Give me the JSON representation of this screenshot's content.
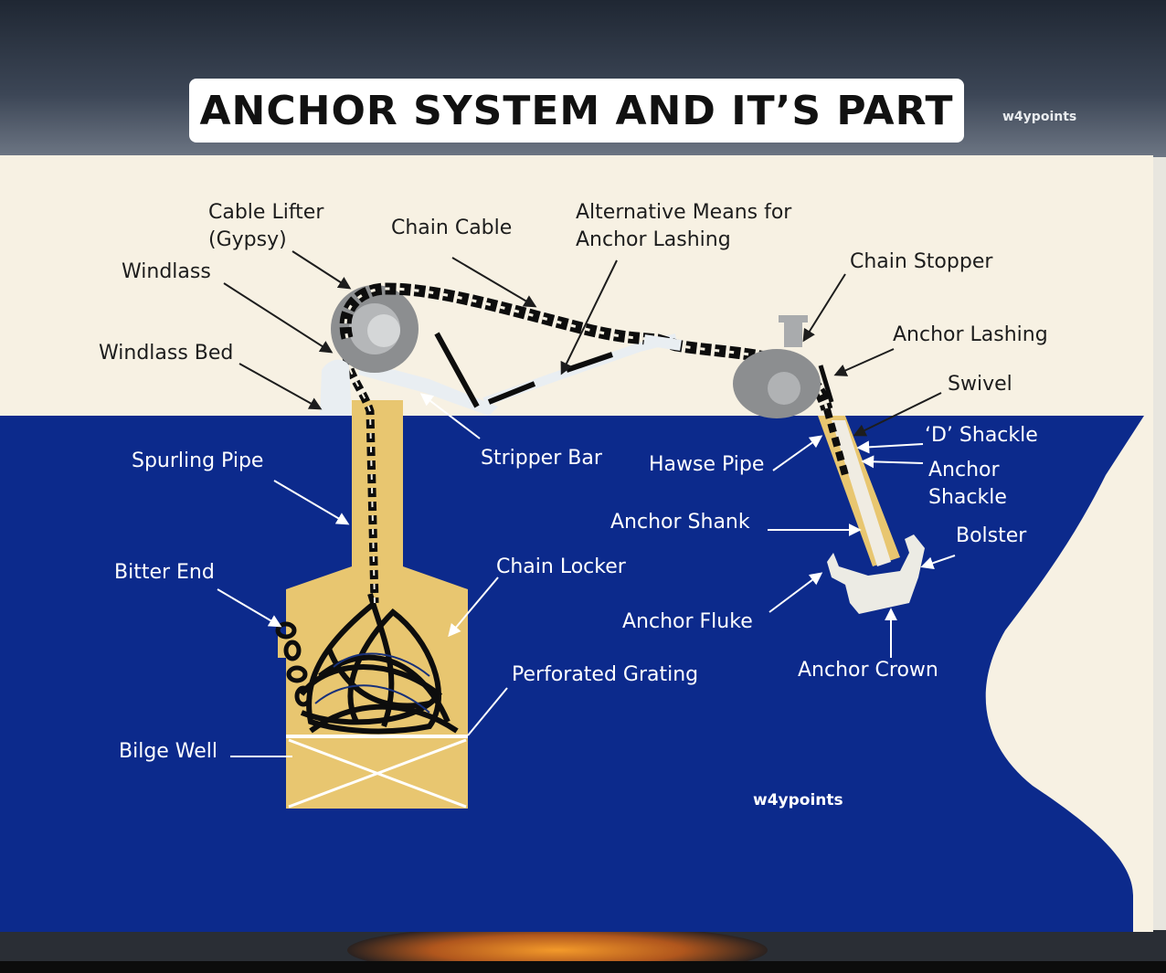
{
  "title": "ANCHOR SYSTEM AND IT’S PART",
  "watermark_top": "w4ypoints",
  "watermark_bottom": "w4ypoints",
  "colors": {
    "background_cream": "#f7f1e3",
    "hull_blue": "#0c2a8c",
    "locker_tan": "#e8c670",
    "chain_black": "#0d0d0d",
    "machinery_grey": "#8c8e90",
    "label_dark": "#1d1d1d",
    "label_light": "#ffffff"
  },
  "labels": {
    "cable_lifter": "Cable Lifter\n(Gypsy)",
    "chain_cable": "Chain Cable",
    "alternative_means": "Alternative Means for\nAnchor Lashing",
    "windlass": "Windlass",
    "windlass_bed": "Windlass Bed",
    "chain_stopper": "Chain Stopper",
    "anchor_lashing": "Anchor Lashing",
    "swivel": "Swivel",
    "d_shackle": "‘D’ Shackle",
    "anchor_shackle": "Anchor\nShackle",
    "spurling_pipe": "Spurling Pipe",
    "stripper_bar": "Stripper Bar",
    "hawse_pipe": "Hawse Pipe",
    "anchor_shank": "Anchor Shank",
    "bolster": "Bolster",
    "bitter_end": "Bitter End",
    "chain_locker": "Chain Locker",
    "anchor_fluke": "Anchor Fluke",
    "perforated_grating": "Perforated Grating",
    "anchor_crown": "Anchor Crown",
    "bilge_well": "Bilge Well"
  }
}
